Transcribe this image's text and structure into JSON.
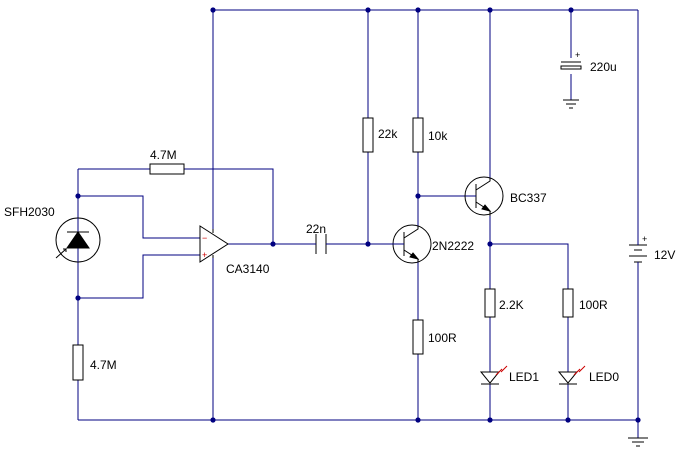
{
  "labels": {
    "photodiode": "SFH2030",
    "feedback_resistor": "4.7M",
    "bias_resistor": "4.7M",
    "opamp": "CA3140",
    "coupling_cap": "22n",
    "base_resistor": "22k",
    "collector_resistor": "10k",
    "emitter_resistor": "100R",
    "transistor_1": "2N2222",
    "transistor_2": "BC337",
    "decoupling_cap": "220u",
    "supply": "12V",
    "led1_resistor": "2.2K",
    "led0_resistor": "100R",
    "led1": "LED1",
    "led0": "LED0"
  },
  "colors": {
    "wire": "#000080",
    "component": "#000000",
    "led_polarity": "#cc0000"
  }
}
